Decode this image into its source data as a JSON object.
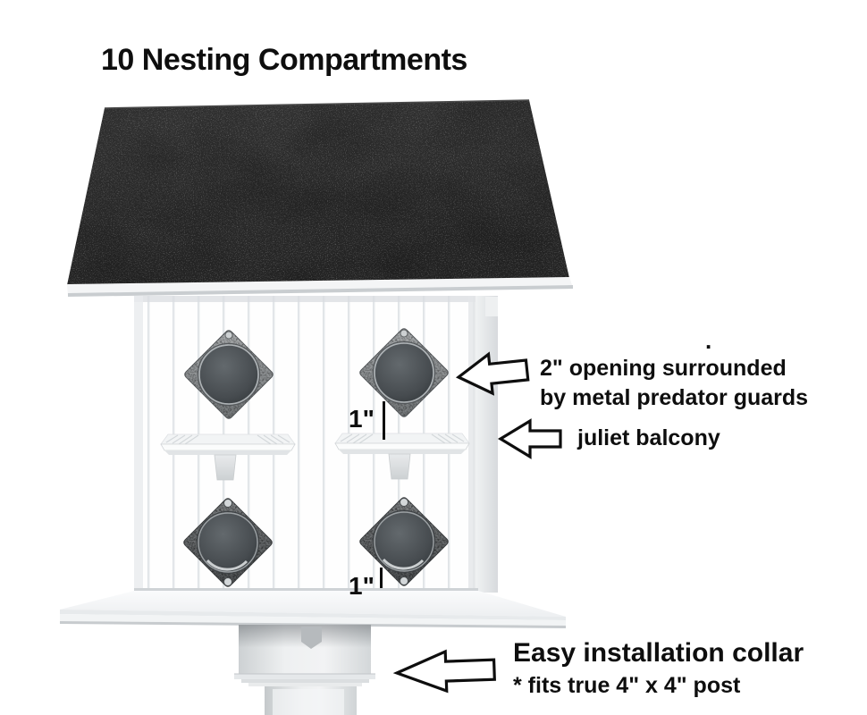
{
  "title": "10 Nesting Compartments",
  "annotations": {
    "opening_line1": "2\" opening surrounded",
    "opening_line2": "by metal predator guards",
    "stray_dot": ".",
    "balcony_label": "juliet balcony",
    "collar_label": "Easy installation collar",
    "collar_note": "* fits true 4\" x 4\" post",
    "measure_top": "1\"",
    "measure_bottom": "1\""
  },
  "product": {
    "colors": {
      "roof": "#2b2b2b",
      "house_body": "#ffffff",
      "roof_fascia": "#f4f5f6",
      "guard_metal_light": "#8f9396",
      "guard_metal_dark": "#5a5e60",
      "entrance_hole": "#43484c",
      "annotation_text": "#0e0e0e",
      "background": "#ffffff"
    }
  }
}
